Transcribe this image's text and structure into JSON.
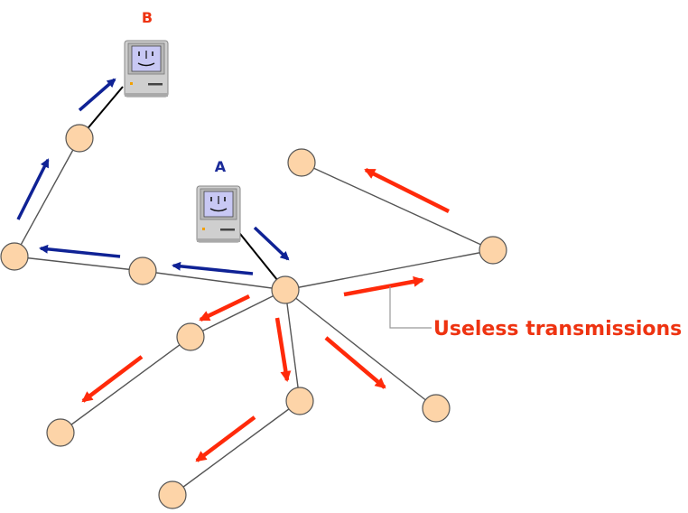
{
  "labels": {
    "host_a": "A",
    "host_b": "B",
    "annotation": "Useless transmissions"
  },
  "colors": {
    "host_a_label": "#1a2a99",
    "host_b_label": "#ee3311",
    "annotation": "#ee3311",
    "useful_arrow": "#0f2295",
    "useless_arrow": "#ff2a0a",
    "node_fill": "#fdd4a8",
    "node_stroke": "#555555",
    "link": "#555555"
  },
  "icons": {
    "host": "classic-mac-computer-icon",
    "node": "network-node-circle",
    "arrow": "transmission-arrow"
  }
}
